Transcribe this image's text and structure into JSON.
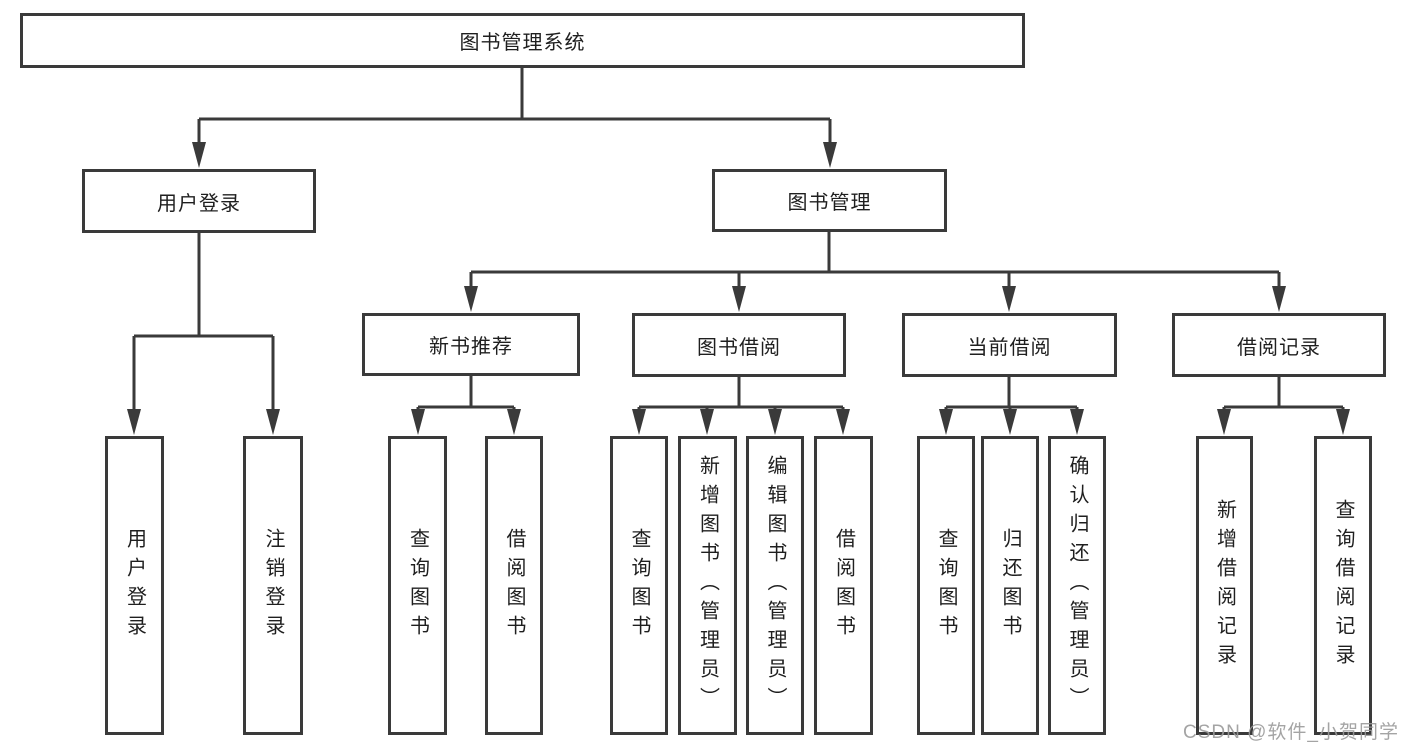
{
  "diagram_title": "图书管理系统",
  "tree": {
    "root": {
      "label": "图书管理系统"
    },
    "branches": [
      {
        "label": "用户登录",
        "children": [
          {
            "label": "用户登录"
          },
          {
            "label": "注销登录"
          }
        ]
      },
      {
        "label": "图书管理",
        "children": [
          {
            "label": "新书推荐",
            "children": [
              {
                "label": "查询图书"
              },
              {
                "label": "借阅图书"
              }
            ]
          },
          {
            "label": "图书借阅",
            "children": [
              {
                "label": "查询图书"
              },
              {
                "label": "新增图书（管理员）"
              },
              {
                "label": "编辑图书（管理员）"
              },
              {
                "label": "借阅图书"
              }
            ]
          },
          {
            "label": "当前借阅",
            "children": [
              {
                "label": "查询图书"
              },
              {
                "label": "归还图书"
              },
              {
                "label": "确认归还（管理员）"
              }
            ]
          },
          {
            "label": "借阅记录",
            "children": [
              {
                "label": "新增借阅记录"
              },
              {
                "label": "查询借阅记录"
              }
            ]
          }
        ]
      }
    ]
  },
  "watermark": {
    "text": "CSDN @软件_小贺同学"
  },
  "colors": {
    "line": "#3a3a3a",
    "box_border": "#3a3a3a",
    "box_fill": "#ffffff",
    "text": "#1f1f1f",
    "watermark": "#9b9b9b",
    "background": "#ffffff"
  }
}
